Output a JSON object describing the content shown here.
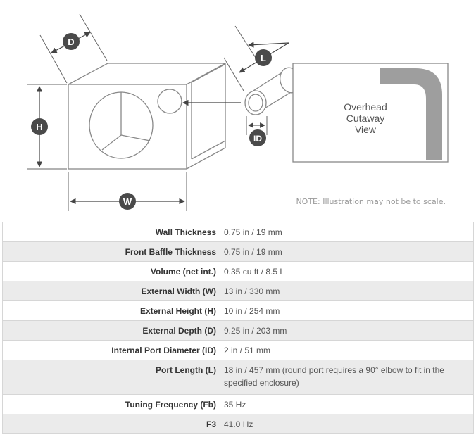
{
  "diagram": {
    "labels": {
      "depth": "D",
      "height": "H",
      "width": "W",
      "length": "L",
      "inner_diameter": "ID"
    },
    "cutaway_lines": [
      "Overhead",
      "Cutaway",
      "View"
    ],
    "note": "NOTE: Illustration may not be to scale.",
    "colors": {
      "badge": "#4a4a4a",
      "line": "#888888",
      "elbow": "#9e9e9e"
    }
  },
  "specs": [
    {
      "label": "Wall Thickness",
      "value": "0.75 in / 19 mm"
    },
    {
      "label": "Front Baffle Thickness",
      "value": "0.75 in / 19 mm"
    },
    {
      "label": "Volume (net int.)",
      "value": "0.35 cu ft / 8.5 L"
    },
    {
      "label": "External Width (W)",
      "value": "13 in / 330 mm"
    },
    {
      "label": "External Height (H)",
      "value": "10 in / 254 mm"
    },
    {
      "label": "External Depth (D)",
      "value": "9.25 in / 203 mm"
    },
    {
      "label": "Internal Port Diameter (ID)",
      "value": "2 in / 51 mm"
    },
    {
      "label": "Port Length (L)",
      "value": "18 in / 457 mm (round port requires a 90° elbow to fit in the specified enclosure)"
    },
    {
      "label": "Tuning Frequency (Fb)",
      "value": "35 Hz"
    },
    {
      "label": "F3",
      "value": "41.0 Hz"
    }
  ]
}
